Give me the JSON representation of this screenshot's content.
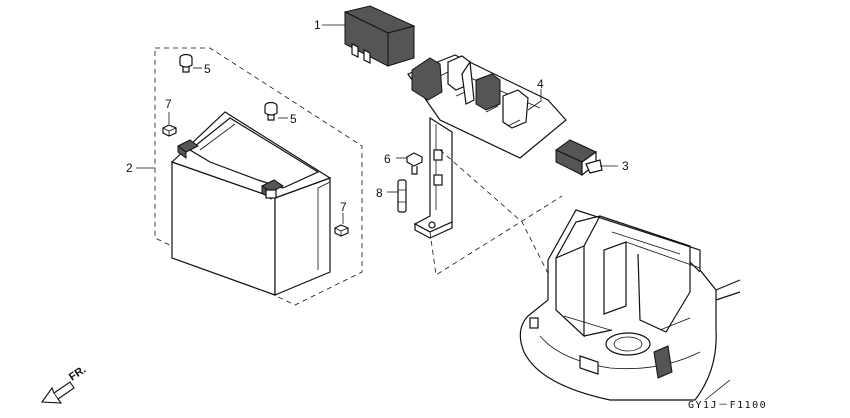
{
  "callouts": {
    "p1": "1",
    "p2": "2",
    "p3": "3",
    "p4": "4",
    "p5a": "5",
    "p5b": "5",
    "p6": "6",
    "p7a": "7",
    "p7b": "7",
    "p8": "8"
  },
  "direction_label": "FR.",
  "figure_code": "GY1J－F1100"
}
